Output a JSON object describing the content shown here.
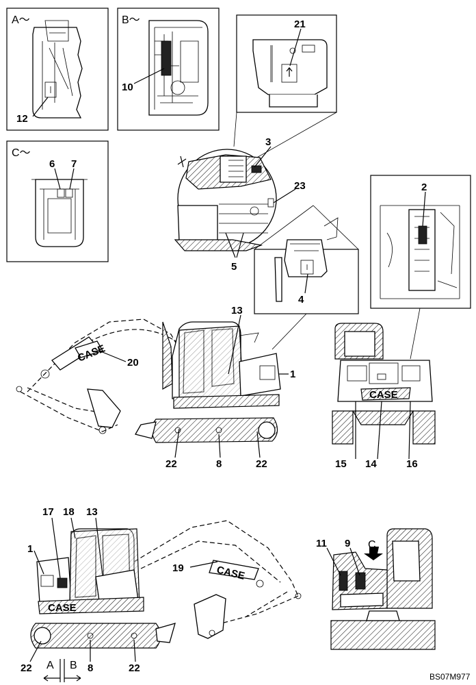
{
  "views": {
    "a": "A～",
    "b": "B～",
    "c": "C～"
  },
  "callouts": {
    "c1": "1",
    "c2": "2",
    "c3": "3",
    "c4": "4",
    "c5": "5",
    "c6": "6",
    "c7": "7",
    "c8": "8",
    "c9": "9",
    "c10": "10",
    "c11": "11",
    "c12": "12",
    "c13": "13",
    "c14": "14",
    "c15": "15",
    "c16": "16",
    "c17": "17",
    "c18": "18",
    "c19": "19",
    "c20": "20",
    "c21": "21",
    "c22": "22",
    "c23": "23"
  },
  "brand": "CASE",
  "section_marks": {
    "a": "A",
    "b": "B"
  },
  "arrow_c": "C",
  "drawing_code": "BS07M977"
}
